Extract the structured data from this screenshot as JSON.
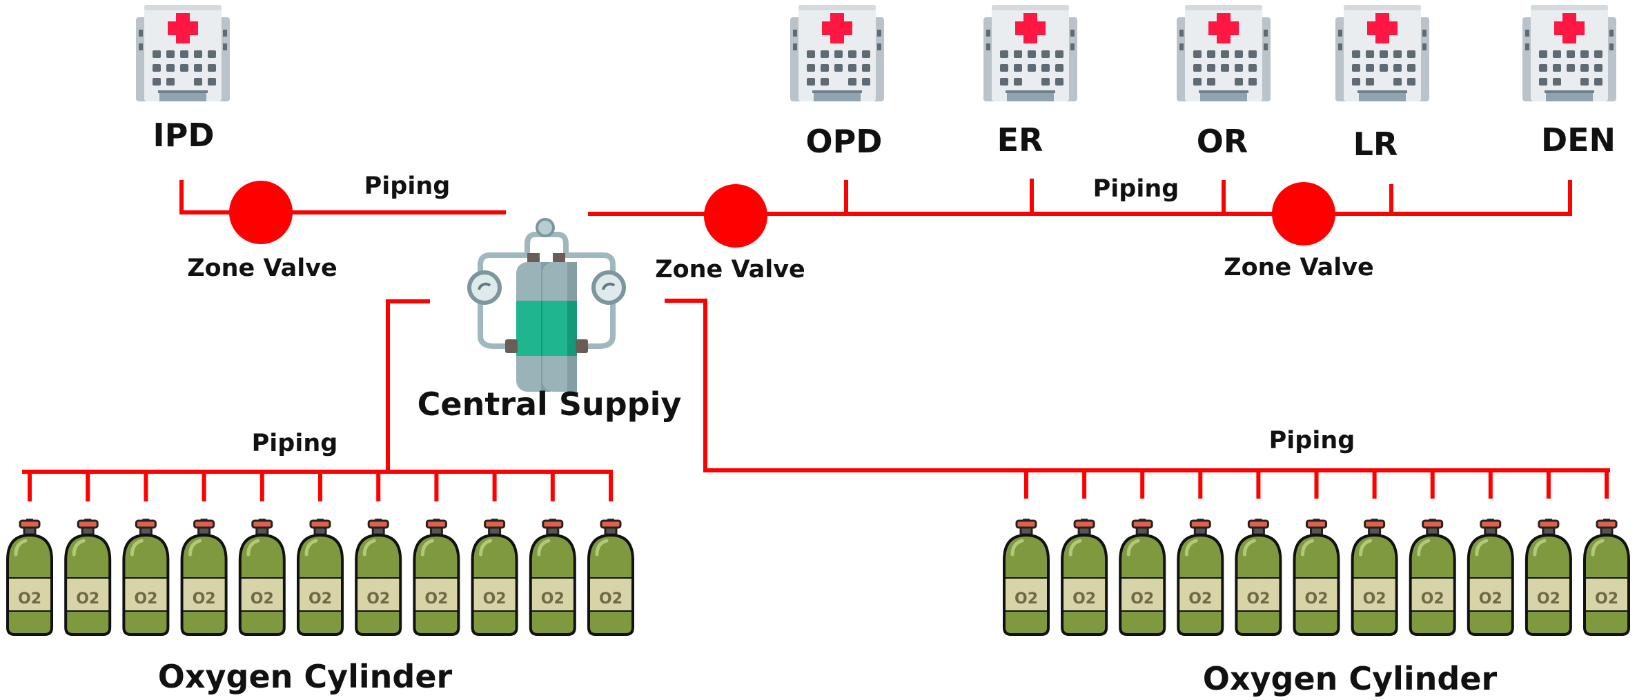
{
  "colors": {
    "pipe": "#ff0000",
    "valve": "#ff0000",
    "building_cross": "#ff1744",
    "cylinder_body": "#7f9a3e",
    "tank_band": "#1fb58f"
  },
  "central": {
    "label": "Central Suppiy",
    "icon": "gas-tanks-icon"
  },
  "departments": [
    {
      "label": "IPD",
      "icon": "hospital-icon"
    },
    {
      "label": "OPD",
      "icon": "hospital-icon"
    },
    {
      "label": "ER",
      "icon": "hospital-icon"
    },
    {
      "label": "OR",
      "icon": "hospital-icon"
    },
    {
      "label": "LR",
      "icon": "hospital-icon"
    },
    {
      "label": "DEN",
      "icon": "hospital-icon"
    }
  ],
  "zone_valves": [
    "Zone Valve",
    "Zone Valve",
    "Zone Valve"
  ],
  "piping_labels": [
    "Piping",
    "Piping",
    "Piping",
    "Piping"
  ],
  "cylinder_banks": [
    {
      "label": "Oxygen Cylinder",
      "count": 11,
      "cylinder_text": "O2",
      "icon": "oxygen-cylinder-icon"
    },
    {
      "label": "Oxygen Cylinder",
      "count": 11,
      "cylinder_text": "O2",
      "icon": "oxygen-cylinder-icon"
    }
  ]
}
